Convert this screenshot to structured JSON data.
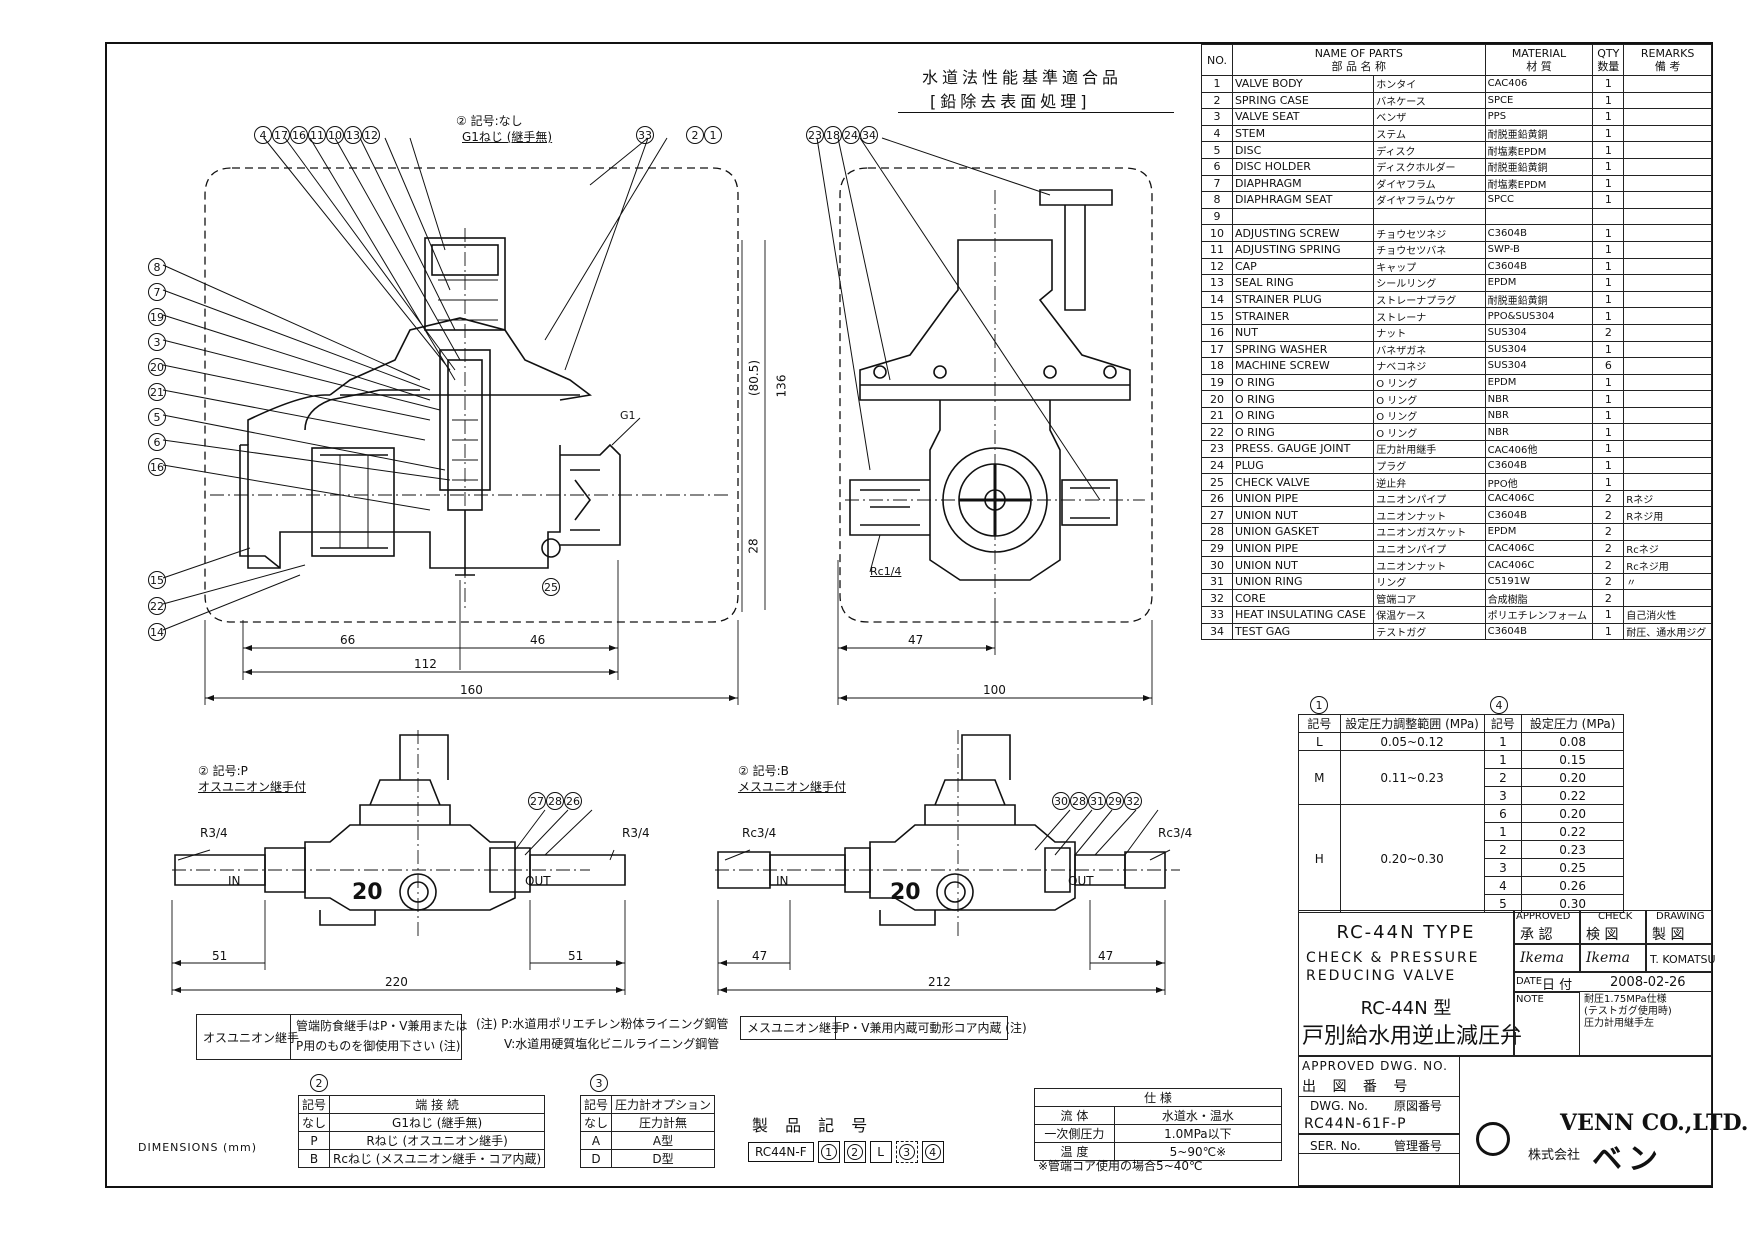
{
  "header": {
    "standard_line1": "水道法性能基準適合品",
    "standard_line2": "[鉛除去表面処理]"
  },
  "parts_table": {
    "columns": {
      "no": "NO.",
      "name_en": "NAME  OF  PARTS",
      "name_ja": "部 品 名 称",
      "material_en": "MATERIAL",
      "material_ja": "材 質",
      "qty_en": "QTY",
      "qty_ja": "数量",
      "remarks_en": "REMARKS",
      "remarks_ja": "備 考"
    },
    "rows": [
      {
        "no": "1",
        "en": "VALVE BODY",
        "ja": "ホンタイ",
        "mat": "CAC406",
        "qty": "1",
        "rem": ""
      },
      {
        "no": "2",
        "en": "SPRING CASE",
        "ja": "バネケース",
        "mat": "SPCE",
        "qty": "1",
        "rem": ""
      },
      {
        "no": "3",
        "en": "VALVE SEAT",
        "ja": "ベンザ",
        "mat": "PPS",
        "qty": "1",
        "rem": ""
      },
      {
        "no": "4",
        "en": "STEM",
        "ja": "ステム",
        "mat": "耐脱亜鉛黄銅",
        "qty": "1",
        "rem": ""
      },
      {
        "no": "5",
        "en": "DISC",
        "ja": "ディスク",
        "mat": "耐塩素EPDM",
        "qty": "1",
        "rem": ""
      },
      {
        "no": "6",
        "en": "DISC HOLDER",
        "ja": "ディスクホルダー",
        "mat": "耐脱亜鉛黄銅",
        "qty": "1",
        "rem": ""
      },
      {
        "no": "7",
        "en": "DIAPHRAGM",
        "ja": "ダイヤフラム",
        "mat": "耐塩素EPDM",
        "qty": "1",
        "rem": ""
      },
      {
        "no": "8",
        "en": "DIAPHRAGM SEAT",
        "ja": "ダイヤフラムウケ",
        "mat": "SPCC",
        "qty": "1",
        "rem": ""
      },
      {
        "no": "9",
        "en": "",
        "ja": "",
        "mat": "",
        "qty": "",
        "rem": ""
      },
      {
        "no": "10",
        "en": "ADJUSTING SCREW",
        "ja": "チョウセツネジ",
        "mat": "C3604B",
        "qty": "1",
        "rem": ""
      },
      {
        "no": "11",
        "en": "ADJUSTING SPRING",
        "ja": "チョウセツバネ",
        "mat": "SWP-B",
        "qty": "1",
        "rem": ""
      },
      {
        "no": "12",
        "en": "CAP",
        "ja": "キャップ",
        "mat": "C3604B",
        "qty": "1",
        "rem": ""
      },
      {
        "no": "13",
        "en": "SEAL RING",
        "ja": "シールリング",
        "mat": "EPDM",
        "qty": "1",
        "rem": ""
      },
      {
        "no": "14",
        "en": "STRAINER PLUG",
        "ja": "ストレーナプラグ",
        "mat": "耐脱亜鉛黄銅",
        "qty": "1",
        "rem": ""
      },
      {
        "no": "15",
        "en": "STRAINER",
        "ja": "ストレーナ",
        "mat": "PPO&SUS304",
        "qty": "1",
        "rem": ""
      },
      {
        "no": "16",
        "en": "NUT",
        "ja": "ナット",
        "mat": "SUS304",
        "qty": "2",
        "rem": ""
      },
      {
        "no": "17",
        "en": "SPRING WASHER",
        "ja": "バネザガネ",
        "mat": "SUS304",
        "qty": "1",
        "rem": ""
      },
      {
        "no": "18",
        "en": "MACHINE SCREW",
        "ja": "ナベコネジ",
        "mat": "SUS304",
        "qty": "6",
        "rem": ""
      },
      {
        "no": "19",
        "en": "O RING",
        "ja": "O リング",
        "mat": "EPDM",
        "qty": "1",
        "rem": ""
      },
      {
        "no": "20",
        "en": "O RING",
        "ja": "O リング",
        "mat": "NBR",
        "qty": "1",
        "rem": ""
      },
      {
        "no": "21",
        "en": "O RING",
        "ja": "O リング",
        "mat": "NBR",
        "qty": "1",
        "rem": ""
      },
      {
        "no": "22",
        "en": "O RING",
        "ja": "O リング",
        "mat": "NBR",
        "qty": "1",
        "rem": ""
      },
      {
        "no": "23",
        "en": "PRESS. GAUGE JOINT",
        "ja": "圧力計用継手",
        "mat": "CAC406他",
        "qty": "1",
        "rem": ""
      },
      {
        "no": "24",
        "en": "PLUG",
        "ja": "プラグ",
        "mat": "C3604B",
        "qty": "1",
        "rem": ""
      },
      {
        "no": "25",
        "en": "CHECK VALVE",
        "ja": "逆止弁",
        "mat": "PPO他",
        "qty": "1",
        "rem": ""
      },
      {
        "no": "26",
        "en": "UNION PIPE",
        "ja": "ユニオンパイプ",
        "mat": "CAC406C",
        "qty": "2",
        "rem": "Rネジ"
      },
      {
        "no": "27",
        "en": "UNION NUT",
        "ja": "ユニオンナット",
        "mat": "C3604B",
        "qty": "2",
        "rem": "Rネジ用"
      },
      {
        "no": "28",
        "en": "UNION GASKET",
        "ja": "ユニオンガスケット",
        "mat": "EPDM",
        "qty": "2",
        "rem": ""
      },
      {
        "no": "29",
        "en": "UNION PIPE",
        "ja": "ユニオンパイプ",
        "mat": "CAC406C",
        "qty": "2",
        "rem": "Rcネジ"
      },
      {
        "no": "30",
        "en": "UNION NUT",
        "ja": "ユニオンナット",
        "mat": "CAC406C",
        "qty": "2",
        "rem": "Rcネジ用"
      },
      {
        "no": "31",
        "en": "UNION RING",
        "ja": "リング",
        "mat": "C5191W",
        "qty": "2",
        "rem": "〃"
      },
      {
        "no": "32",
        "en": "CORE",
        "ja": "管端コア",
        "mat": "合成樹脂",
        "qty": "2",
        "rem": ""
      },
      {
        "no": "33",
        "en": "HEAT INSULATING CASE",
        "ja": "保温ケース",
        "mat": "ポリエチレンフォーム",
        "qty": "1",
        "rem": "自己消火性"
      },
      {
        "no": "34",
        "en": "TEST GAG",
        "ja": "テストガグ",
        "mat": "C3604B",
        "qty": "1",
        "rem": "耐圧、通水用ジグ"
      }
    ]
  },
  "pressure_tables": {
    "table1": {
      "ref": "1",
      "col_code": "記号",
      "col_range": "設定圧力調整範囲 (MPa)",
      "rows": [
        {
          "code": "L",
          "range": "0.05~0.12"
        },
        {
          "code": "M",
          "range": "0.11~0.23"
        },
        {
          "code": "H",
          "range": "0.20~0.30"
        }
      ]
    },
    "table4": {
      "ref": "4",
      "col_code": "記号",
      "col_set": "設定圧力 (MPa)",
      "rows": [
        {
          "code": "1",
          "val": "0.08"
        },
        {
          "code": "1",
          "val": "0.15"
        },
        {
          "code": "2",
          "val": "0.20"
        },
        {
          "code": "3",
          "val": "0.22"
        },
        {
          "code": "6",
          "val": "0.20"
        },
        {
          "code": "1",
          "val": "0.22"
        },
        {
          "code": "2",
          "val": "0.23"
        },
        {
          "code": "3",
          "val": "0.25"
        },
        {
          "code": "4",
          "val": "0.26"
        },
        {
          "code": "5",
          "val": "0.30"
        }
      ]
    }
  },
  "title_block": {
    "type": "RC-44N TYPE",
    "desc1": "CHECK & PRESSURE",
    "desc2": "REDUCING VALVE",
    "jp_type": "RC-44N 型",
    "jp_name": "戸別給水用逆止減圧弁",
    "approved_en": "APPROVED",
    "approved_ja": "承 認",
    "check_en": "CHECK",
    "check_ja": "検 図",
    "drawing_en": "DRAWING",
    "drawing_ja": "製 図",
    "sign1": "Ikema",
    "sign2": "Ikema",
    "drawer": "T. KOMATSU",
    "date_label": "DATE",
    "date_ja": "日 付",
    "date": "2008-02-26",
    "note_label": "NOTE",
    "note1": "耐圧1.75MPa仕様",
    "note2": "(テストガグ使用時)",
    "note3": "圧力計用継手左",
    "approved_dwg": "APPROVED DWG. NO.",
    "approved_dwg_ja": "出 図 番 号",
    "dwg_no_label": "DWG. No.",
    "dwg_no_ja": "原図番号",
    "dwg_no": "RC44N-61F-P",
    "ser_no_label": "SER. No.",
    "ser_no_ja": "管理番号",
    "company_en": "VENN CO.,LTD.",
    "company_ja_prefix": "株式会社",
    "company_ja": "ベン"
  },
  "views": {
    "top_left_note_line1": "② 記号:なし",
    "top_left_note_line2": "G1ねじ (継手無)",
    "g1": "G1",
    "rc14": "Rc1/4",
    "dim_66": "66",
    "dim_46": "46",
    "dim_112": "112",
    "dim_160": "160",
    "dim_47": "47",
    "dim_100": "100",
    "dim_136": "136",
    "dim_805": "(80.5)",
    "dim_28": "28",
    "p_note_line1": "② 記号:P",
    "p_note_line2": "オスユニオン継手付",
    "b_note_line1": "② 記号:B",
    "b_note_line2": "メスユニオン継手付",
    "r34": "R3/4",
    "rc34": "Rc3/4",
    "in": "IN",
    "out": "OUT",
    "size": "20",
    "dim_51": "51",
    "dim_220": "220",
    "dim_47b": "47",
    "dim_212": "212",
    "dimensions": "DIMENSIONS (mm)"
  },
  "callouts": {
    "top1": [
      "4",
      "17",
      "16",
      "11",
      "10",
      "13",
      "12"
    ],
    "top1b": [
      "33",
      "2",
      "1"
    ],
    "top2": [
      "23",
      "18",
      "24",
      "34"
    ],
    "left": [
      "8",
      "7",
      "19",
      "3",
      "20",
      "21",
      "5",
      "6",
      "16"
    ],
    "left_bottom": [
      "15",
      "22",
      "14"
    ],
    "c25": "25",
    "p_union": [
      "27",
      "28",
      "26"
    ],
    "b_union": [
      "30",
      "28",
      "31",
      "29",
      "32"
    ]
  },
  "notes": {
    "osu_label": "オスユニオン継手",
    "osu_text1": "管端防食継手はP・V兼用または",
    "osu_text2": "P用のものを御使用下さい (注)",
    "chu_p": "(注) P:水道用ポリエチレン粉体ライニング鋼管",
    "chu_v": "V:水道用硬質塩化ビニルライニング鋼管",
    "mesu_label": "メスユニオン継手",
    "mesu_text": "P・V兼用内蔵可動形コア内蔵 (注)"
  },
  "conn_table": {
    "ref": "2",
    "col1": "記号",
    "col2": "端 接 続",
    "rows": [
      {
        "code": "なし",
        "desc": "G1ねじ (継手無)"
      },
      {
        "code": "P",
        "desc": "Rねじ (オスユニオン継手)"
      },
      {
        "code": "B",
        "desc": "Rcねじ (メスユニオン継手・コア内蔵)"
      }
    ]
  },
  "gauge_table": {
    "ref": "3",
    "col1": "記号",
    "col2": "圧力計オプション",
    "rows": [
      {
        "code": "なし",
        "desc": "圧力計無"
      },
      {
        "code": "A",
        "desc": "A型"
      },
      {
        "code": "D",
        "desc": "D型"
      }
    ]
  },
  "product_code": {
    "label": "製 品 記 号",
    "base": "RC44N-F",
    "c1": "1",
    "c2": "2",
    "l": "L",
    "c3": "3",
    "c4": "4"
  },
  "spec_table": {
    "title": "仕 様",
    "rows": [
      {
        "k": "流 体",
        "v": "水道水・温水"
      },
      {
        "k": "一次側圧力",
        "v": "1.0MPa以下"
      },
      {
        "k": "温 度",
        "v": "5~90℃※"
      }
    ],
    "footnote": "※管端コア使用の場合5~40℃"
  }
}
